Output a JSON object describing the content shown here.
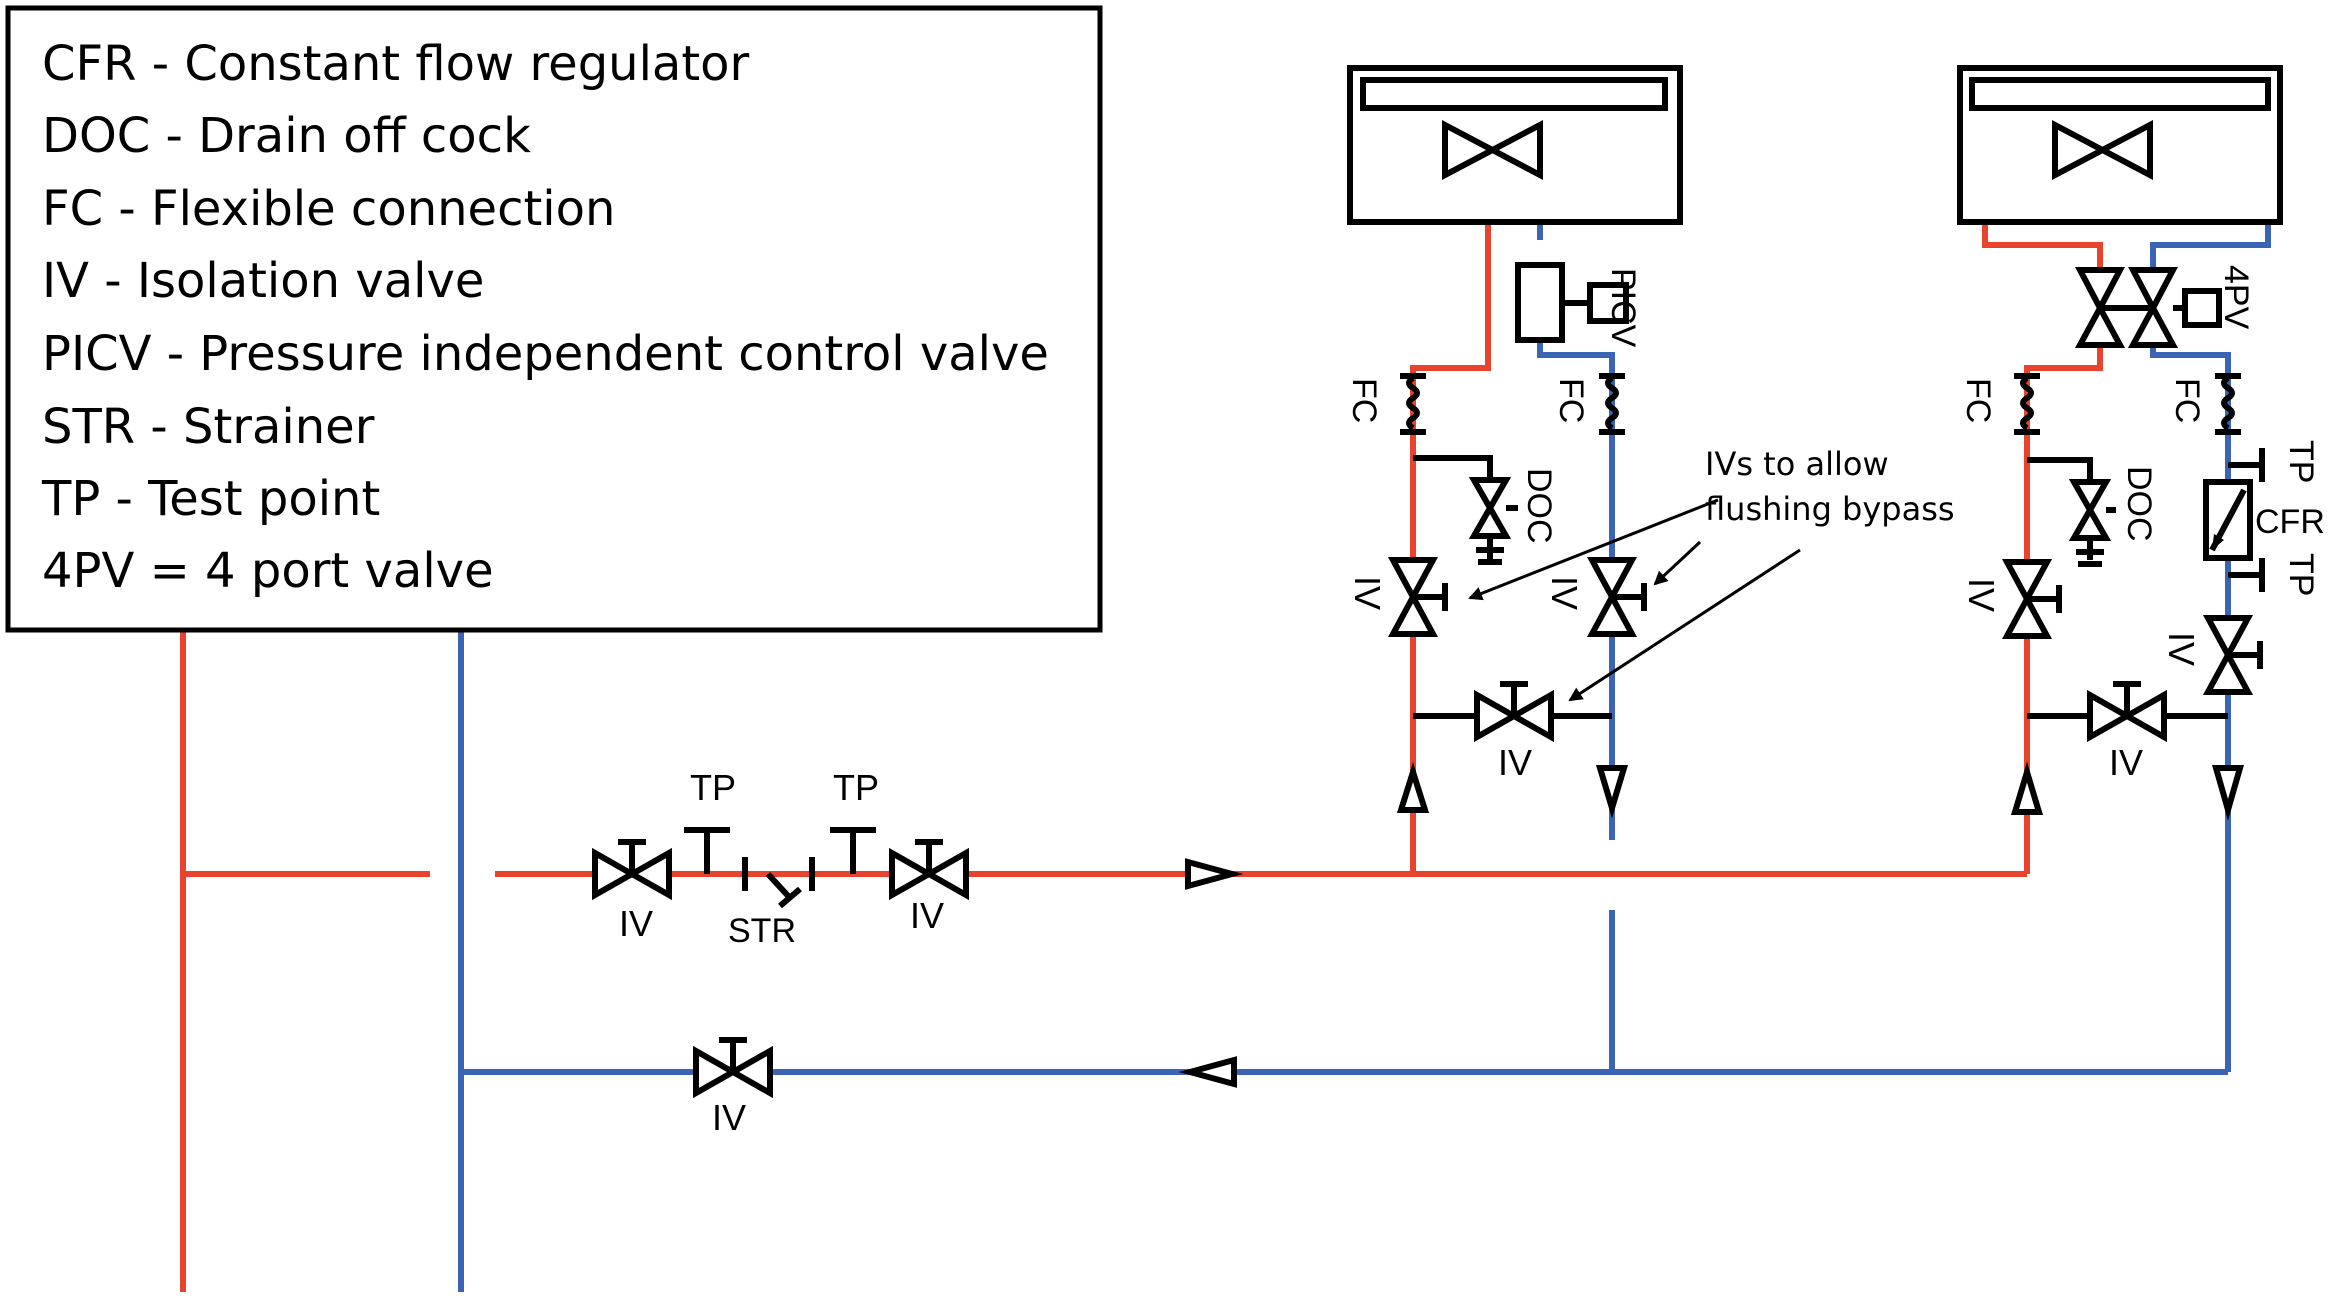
{
  "legend": [
    "CFR - Constant flow regulator",
    "DOC - Drain off cock",
    "FC - Flexible connection",
    "IV - Isolation valve",
    "PICV - Pressure independent control valve",
    "STR - Strainer",
    "TP - Test point",
    "4PV = 4 port valve"
  ],
  "annotation": [
    "IVs to allow",
    "flushing bypass"
  ],
  "labels": {
    "iv": "IV",
    "tp": "TP",
    "str": "STR",
    "fc": "FC",
    "doc": "DOC",
    "picv": "PICV",
    "four_pv": "4PV",
    "cfr": "CFR"
  },
  "colors": {
    "flow": "#e8432d",
    "return": "#3c64b4",
    "symbol": "#000000"
  }
}
